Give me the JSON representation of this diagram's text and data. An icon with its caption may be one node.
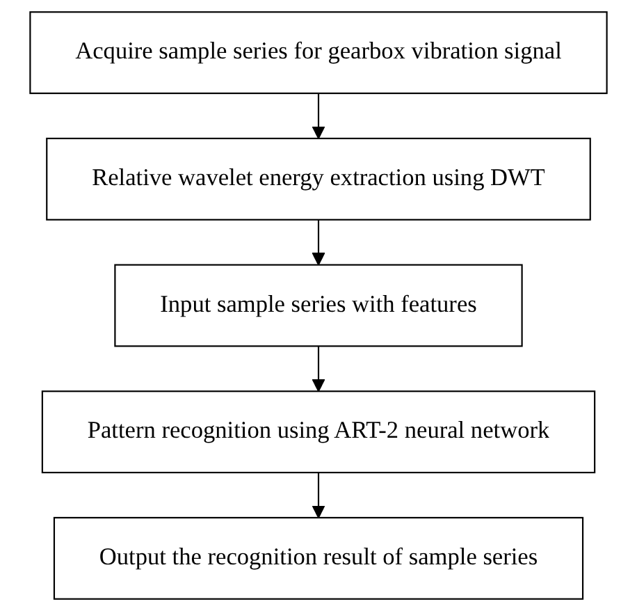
{
  "diagram": {
    "nodes": [
      {
        "text": [
          "Acquire sample series for gearbox vibration signal"
        ]
      },
      {
        "text": [
          "Relative wavelet energy extraction using DWT"
        ]
      },
      {
        "text": [
          "Input sample series with features"
        ]
      },
      {
        "text": [
          "Pattern recognition using ART-2 neural network"
        ]
      },
      {
        "text": [
          "Output the recognition result of sample series"
        ]
      }
    ],
    "edges": [
      {
        "from": 0,
        "to": 1,
        "arrow": "to"
      },
      {
        "from": 1,
        "to": 2,
        "arrow": "to"
      },
      {
        "from": 2,
        "to": 3,
        "arrow": "to"
      },
      {
        "from": 3,
        "to": 4,
        "arrow": "to"
      }
    ]
  }
}
